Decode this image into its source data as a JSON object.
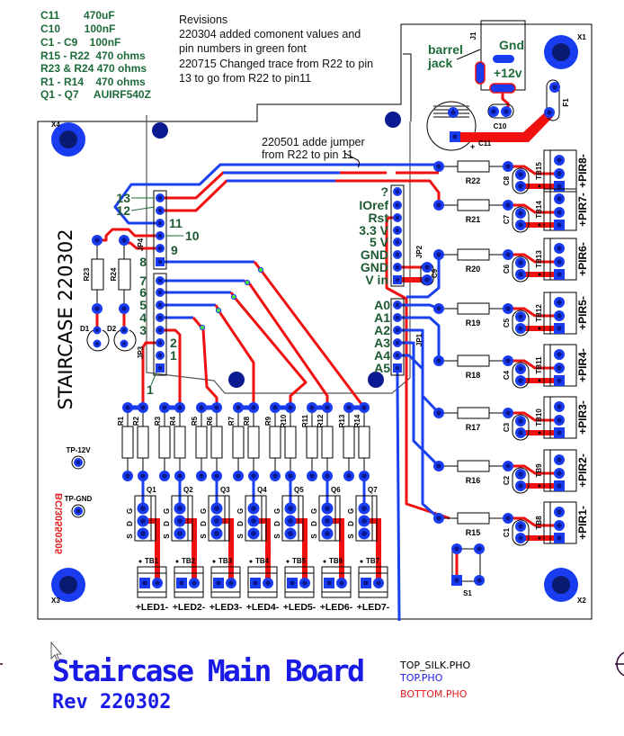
{
  "notes": {
    "values": [
      "C11        470uF",
      "C10        100nF",
      "C1 - C9    100nF",
      "R15 - R22  470 ohms",
      "R23 & R24 470 ohms",
      "R1 - R14    470 ohms",
      "Q1 - Q7     AUIRF540Z"
    ],
    "revisions": [
      "Revisions",
      "220304 added comonent values and",
      "pin numbers in green font",
      "220715 Changed trace from R22 to pin",
      "13 to go from R22 to pin11"
    ],
    "jumper_note": [
      "220501 adde jumper",
      "from R22 to pin 11"
    ]
  },
  "title": "Staircase Main Board",
  "rev": "Rev 220302",
  "layers": [
    {
      "name": "TOP_SILK.PHO",
      "color": "#000000"
    },
    {
      "name": "TOP.PHO",
      "color": "#1a1ae6"
    },
    {
      "name": "BOTTOM.PHO",
      "color": "#e61a1a"
    }
  ],
  "board_label": "STAIRCASE  220302",
  "mirrored_label": "BC\\30550305",
  "power": {
    "j1": "J1",
    "barrel": [
      "barrel",
      "jack"
    ],
    "gnd": "Gnd",
    "v12": "+12v",
    "c10": "C10",
    "c11": "C11",
    "f1": "F1",
    "plus": "+"
  },
  "holes": [
    "X1",
    "X2",
    "X3",
    "X4"
  ],
  "test_points": [
    "TP-12V",
    "TP-GND"
  ],
  "jp4": {
    "name": "JP4",
    "pins": [
      "13",
      "12",
      "11",
      "10",
      "9",
      "8"
    ]
  },
  "jp3": {
    "name": "JP3",
    "pins": [
      "7",
      "6",
      "5",
      "4",
      "3",
      "2",
      "1"
    ],
    "pin1": "1"
  },
  "jp2": {
    "name": "JP2",
    "pins": [
      "?",
      "IOref",
      "Rst",
      "3.3 V",
      "5 V",
      "GND",
      "GND",
      "V in"
    ]
  },
  "jp1": {
    "name": "JP1",
    "pins": [
      "A0",
      "A1",
      "A2",
      "A3",
      "A4",
      "A5"
    ]
  },
  "gds": [
    "G",
    "D",
    "S"
  ],
  "leds": [
    {
      "r": [
        "R1",
        "R2"
      ],
      "q": "Q1",
      "tb": "TB1",
      "label": "+LED1-"
    },
    {
      "r": [
        "R3",
        "R4"
      ],
      "q": "Q2",
      "tb": "TB2",
      "label": "+LED2-"
    },
    {
      "r": [
        "R5",
        "R6"
      ],
      "q": "Q3",
      "tb": "TB3",
      "label": "+LED3-"
    },
    {
      "r": [
        "R7",
        "R8"
      ],
      "q": "Q4",
      "tb": "TB4",
      "label": "+LED4-"
    },
    {
      "r": [
        "R9",
        "R10"
      ],
      "q": "Q5",
      "tb": "TB5",
      "label": "+LED5-"
    },
    {
      "r": [
        "R11",
        "R12"
      ],
      "q": "Q6",
      "tb": "TB6",
      "label": "+LED6-"
    },
    {
      "r": [
        "R13",
        "R14"
      ],
      "q": "Q7",
      "tb": "TB7",
      "label": "+LED7-"
    }
  ],
  "pirs": [
    {
      "r": "R22",
      "c": "C8",
      "tb": "TB15",
      "label": "+PIR8-"
    },
    {
      "r": "R21",
      "c": "C7",
      "tb": "TB14",
      "label": "+PIR7-"
    },
    {
      "r": "R20",
      "c": "C6",
      "tb": "TB13",
      "label": "+PIR6-"
    },
    {
      "r": "R19",
      "c": "C5",
      "tb": "TB12",
      "label": "+PIR5-"
    },
    {
      "r": "R18",
      "c": "C4",
      "tb": "TB11",
      "label": "+PIR4-"
    },
    {
      "r": "R17",
      "c": "C3",
      "tb": "TB10",
      "label": "+PIR3-"
    },
    {
      "r": "R16",
      "c": "C2",
      "tb": "TB9",
      "label": "+PIR2-"
    },
    {
      "r": "R15",
      "c": "C1",
      "tb": "TB8",
      "label": "+PIR1-"
    }
  ],
  "aux": {
    "r23": "R23",
    "r24": "R24",
    "d1": "D1",
    "d2": "D2",
    "c9": "C9",
    "s1": "S1"
  },
  "colors": {
    "top_copper": "#1a40f0",
    "bottom_copper": "#f01010",
    "pin_label_green": "#1e6b3a",
    "title_blue": "#1a1ae6"
  }
}
